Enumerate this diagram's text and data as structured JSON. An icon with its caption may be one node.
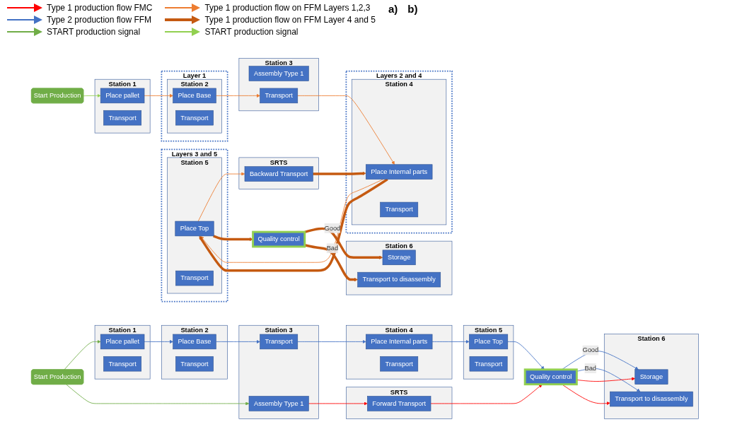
{
  "diagram": {
    "nodes": [
      {
        "text": [
          "SRTS"
        ]
      },
      {
        "text": [
          "Forward Transport"
        ],
        "in": 0
      },
      {
        "text": [
          "Start Production"
        ]
      },
      {
        "text": [
          "Station 1"
        ]
      },
      {
        "text": [
          "Place pallet"
        ],
        "in": 3
      },
      {
        "text": [
          "Transport"
        ],
        "in": 3
      },
      {
        "text": [
          "Station 2"
        ]
      },
      {
        "text": [
          "Place Base"
        ],
        "in": 6
      },
      {
        "text": [
          "Transport"
        ],
        "in": 6
      },
      {
        "text": [
          "Station 3"
        ]
      },
      {
        "text": [
          "Assembly Type 1"
        ],
        "in": 9
      },
      {
        "text": [
          "Transport"
        ],
        "in": 9
      },
      {
        "text": [
          "Station 4"
        ]
      },
      {
        "text": [
          "Place Internal parts"
        ],
        "in": 12
      },
      {
        "text": [
          "Transport"
        ],
        "in": 12
      },
      {
        "text": [
          "Station 5"
        ]
      },
      {
        "text": [
          "Place Top"
        ],
        "in": 15
      },
      {
        "text": [
          "Transport"
        ],
        "in": 15
      },
      {
        "text": [
          "Quality control"
        ]
      },
      {
        "text": [
          "Station 6"
        ]
      },
      {
        "text": [
          "Storage"
        ],
        "in": 19
      },
      {
        "text": [
          "Transport to disassembly"
        ],
        "in": 19
      },
      {
        "text": [
          "SRTS"
        ]
      },
      {
        "text": [
          "Backward Transport"
        ],
        "in": 22
      },
      {
        "text": [
          "Start Production"
        ]
      },
      {
        "text": [
          "Station 1"
        ]
      },
      {
        "text": [
          "Place pallet"
        ],
        "in": 25
      },
      {
        "text": [
          "Transport"
        ],
        "in": 25
      },
      {
        "text": [
          "Layer 1"
        ]
      },
      {
        "text": [
          "Station 2"
        ],
        "in": 28
      },
      {
        "text": [
          "Place Base"
        ],
        "in": 29
      },
      {
        "text": [
          "Transport"
        ],
        "in": 29
      },
      {
        "text": [
          "Station 3"
        ]
      },
      {
        "text": [
          "Assembly Type 1"
        ],
        "in": 32
      },
      {
        "text": [
          "Transport"
        ],
        "in": 32
      },
      {
        "text": [
          "Layers 2 and 4"
        ]
      },
      {
        "text": [
          "Station 4"
        ],
        "in": 35
      },
      {
        "text": [
          "Place Internal parts"
        ],
        "in": 36
      },
      {
        "text": [
          "Transport"
        ],
        "in": 36
      },
      {
        "text": [
          "Layers 3 and 5"
        ]
      },
      {
        "text": [
          "Station 5"
        ],
        "in": 39
      },
      {
        "text": [
          "Place Top"
        ],
        "in": 40
      },
      {
        "text": [
          "Transport"
        ],
        "in": 40
      },
      {
        "text": [
          "Quality control"
        ]
      },
      {
        "text": [
          "Station 6"
        ]
      },
      {
        "text": [
          "Storage"
        ],
        "in": 44
      },
      {
        "text": [
          "Transport to disassembly"
        ],
        "in": 44
      }
    ],
    "edges": [
      {
        "from": 2,
        "to": 4,
        "arrow": "to",
        "color": "#70ad47"
      },
      {
        "from": 2,
        "to": 10,
        "arrow": "to",
        "color": "#70ad47"
      },
      {
        "from": 4,
        "to": 7,
        "arrow": "to"
      },
      {
        "from": 7,
        "to": 11,
        "arrow": "to"
      },
      {
        "from": 11,
        "to": 13,
        "arrow": "to"
      },
      {
        "from": 13,
        "to": 16,
        "arrow": "to"
      },
      {
        "from": 16,
        "to": 18,
        "arrow": "to"
      },
      {
        "from": 18,
        "to": 20,
        "arrow": "to",
        "label": "Good"
      },
      {
        "from": 18,
        "to": 21,
        "arrow": "to",
        "label": "Bad"
      },
      {
        "from": 10,
        "to": 1,
        "arrow": "to",
        "color": "#ff0000"
      },
      {
        "from": 1,
        "to": 18,
        "arrow": "to",
        "color": "#ff0000"
      },
      {
        "from": 18,
        "to": 20,
        "arrow": "to",
        "color": "#ff0000"
      },
      {
        "from": 18,
        "to": 21,
        "arrow": "to",
        "color": "#ff0000"
      },
      {
        "from": 24,
        "to": 26,
        "arrow": "to",
        "color": "#92d050"
      },
      {
        "from": 26,
        "to": 30,
        "arrow": "to",
        "color": "#ed7d31"
      },
      {
        "from": 30,
        "to": 34,
        "arrow": "to",
        "color": "#ed7d31"
      },
      {
        "from": 34,
        "to": 37,
        "arrow": "to",
        "color": "#ed7d31"
      },
      {
        "from": 37,
        "to": 41,
        "arrow": "to",
        "color": "#ed7d31"
      },
      {
        "from": 41,
        "to": 23,
        "arrow": "to",
        "color": "#ed7d31"
      },
      {
        "from": 23,
        "to": 37,
        "arrow": "to",
        "style": "thick",
        "color": "#c55a11"
      },
      {
        "from": 37,
        "to": 41,
        "arrow": "to",
        "style": "thick",
        "color": "#c55a11"
      },
      {
        "from": 41,
        "to": 43,
        "arrow": "to",
        "style": "thick",
        "color": "#c55a11"
      },
      {
        "from": 43,
        "to": 45,
        "arrow": "to",
        "style": "thick",
        "color": "#c55a11",
        "label": "Good"
      },
      {
        "from": 43,
        "to": 46,
        "arrow": "to",
        "style": "thick",
        "color": "#c55a11",
        "label": "Bad"
      }
    ],
    "labels": [
      "a)",
      "b)"
    ],
    "legend": [
      {
        "text": "Type 1 production flow FMC",
        "color": "#ff0000"
      },
      {
        "text": "Type 2 production flow FFM",
        "color": "#4472c4"
      },
      {
        "text": "START production signal",
        "color": "#70ad47"
      },
      {
        "text": "Type 1 production flow on FFM Layers 1,2,3",
        "color": "#ed7d31"
      },
      {
        "text": "Type 1 production flow on FFM Layer 4 and 5",
        "color": "#c55a11"
      },
      {
        "text": "START production signal",
        "color": "#92d050"
      }
    ]
  }
}
